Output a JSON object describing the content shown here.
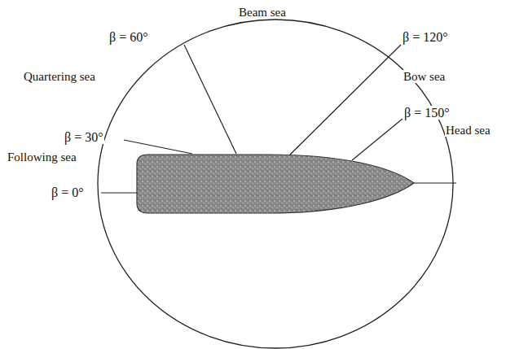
{
  "diagram": {
    "labels": [
      "Beam sea",
      "Quartering sea",
      "Bow sea",
      "Following sea",
      "Head sea",
      "β = 0°",
      "β = 30°",
      "β = 60°",
      "β = 120°",
      "β = 150°"
    ]
  }
}
